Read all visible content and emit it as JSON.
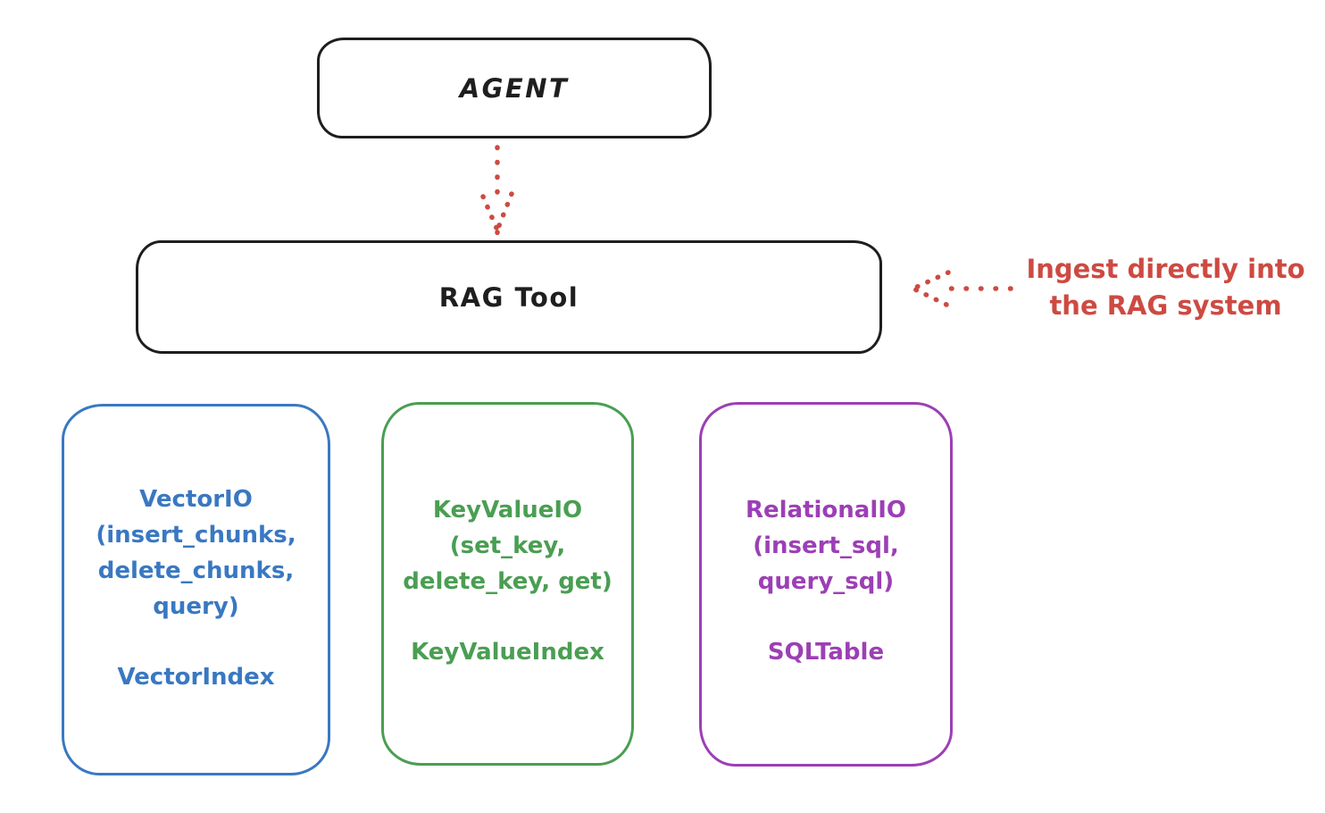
{
  "canvas": {
    "background": "#ffffff"
  },
  "colors": {
    "ink": "#1e1e1e",
    "red": "#cd4a42",
    "blue": "#3978c2",
    "green": "#4a9e52",
    "purple": "#9c3fb5"
  },
  "nodes": {
    "agent": {
      "label": "AGENT"
    },
    "rag_tool": {
      "label": "RAG Tool"
    },
    "vector_io": {
      "color": "#3978c2",
      "lines": [
        "VectorIO",
        "(insert_chunks,",
        "delete_chunks,",
        "query)"
      ],
      "footer": "VectorIndex"
    },
    "key_value_io": {
      "color": "#4a9e52",
      "lines": [
        "KeyValueIO",
        "(set_key,",
        "delete_key, get)"
      ],
      "footer": "KeyValueIndex"
    },
    "relational_io": {
      "color": "#9c3fb5",
      "lines": [
        "RelationalIO",
        "(insert_sql,",
        "query_sql)"
      ],
      "footer": "SQLTable"
    }
  },
  "arrows": {
    "agent_to_rag": "dotted-down-arrow",
    "ingest_into_rag": "dotted-left-arrow",
    "color": "#cd4a42"
  },
  "annotation": {
    "line1": "Ingest directly into",
    "line2": "the RAG system",
    "color": "#cd4a42"
  }
}
